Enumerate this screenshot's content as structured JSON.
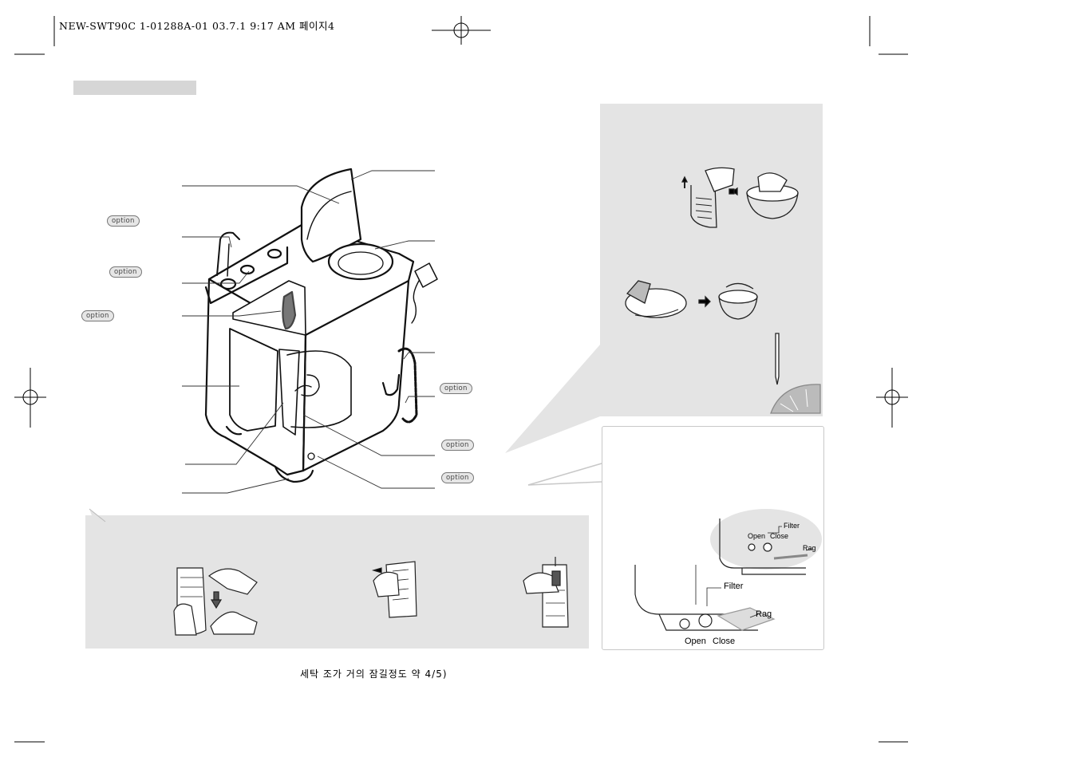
{
  "header": {
    "text": "NEW-SWT90C 1-01288A-01  03.7.1 9:17 AM 페이지4"
  },
  "option_badges": [
    {
      "label": "option"
    },
    {
      "label": "option"
    },
    {
      "label": "option"
    },
    {
      "label": "option"
    },
    {
      "label": "option"
    },
    {
      "label": "option"
    }
  ],
  "filter_diagram": {
    "small": {
      "filter": "Filter",
      "open": "Open",
      "close": "Close",
      "rag": "Rag"
    },
    "large": {
      "filter": "Filter",
      "rag": "Rag",
      "open": "Open",
      "close": "Close"
    }
  },
  "footer": {
    "text": "세탁 조가 거의 잠길정도 약 4/5)"
  }
}
